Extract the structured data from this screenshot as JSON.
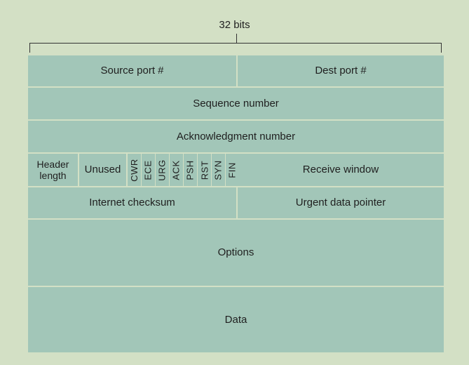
{
  "width_label": "32 bits",
  "fields": {
    "source_port": "Source port #",
    "dest_port": "Dest port #",
    "sequence_number": "Sequence number",
    "ack_number": "Acknowledgment number",
    "header_length": "Header length",
    "unused": "Unused",
    "receive_window": "Receive window",
    "internet_checksum": "Internet checksum",
    "urgent_pointer": "Urgent data pointer",
    "options": "Options",
    "data": "Data"
  },
  "flags": [
    "CWR",
    "ECE",
    "URG",
    "ACK",
    "PSH",
    "RST",
    "SYN",
    "FIN"
  ],
  "colors": {
    "background": "#d3e0c5",
    "cell": "#a2c6b8"
  }
}
